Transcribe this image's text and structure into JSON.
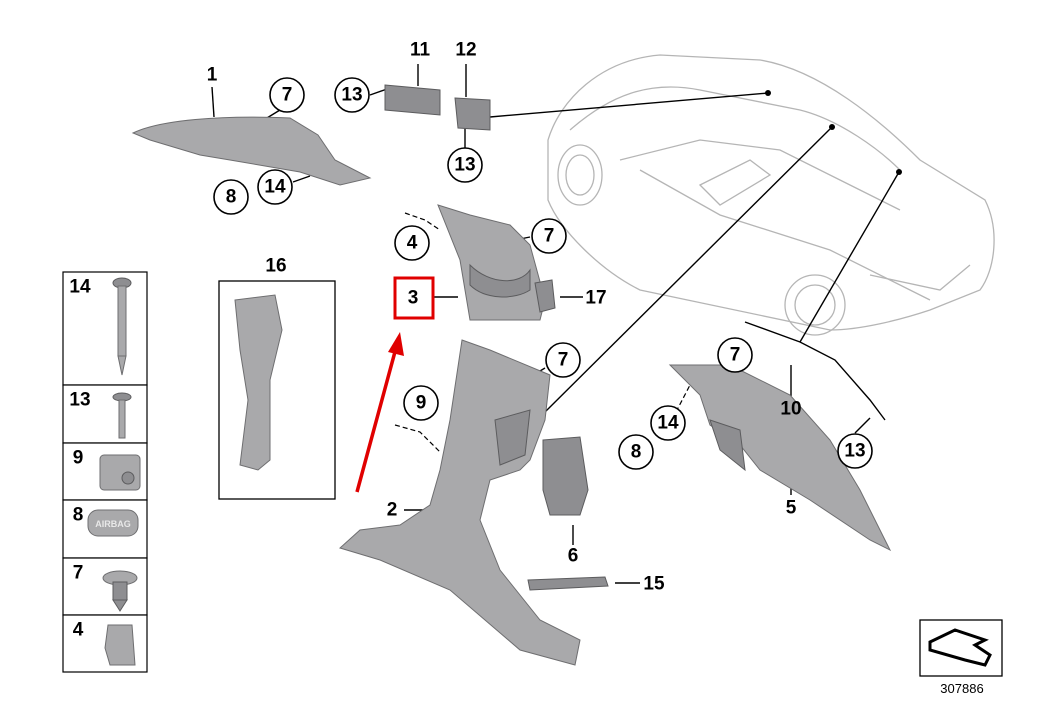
{
  "diagram_number": "307886",
  "highlight_color": "#e00000",
  "highlighted_label": "3",
  "callouts": {
    "p1": "1",
    "p7a": "7",
    "p8a": "8",
    "p14a": "14",
    "p11": "11",
    "p12": "12",
    "p13a": "13",
    "p13b": "13",
    "p16": "16",
    "p4": "4",
    "p7b": "7",
    "p3": "3",
    "p17": "17",
    "p9": "9",
    "p7c": "7",
    "p2": "2",
    "p6": "6",
    "p15": "15",
    "p7d": "7",
    "p14b": "14",
    "p8b": "8",
    "p10": "10",
    "p13c": "13",
    "p5": "5"
  },
  "legend_rows": [
    "14",
    "13",
    "9",
    "8",
    "7",
    "4"
  ],
  "badge_text": "AIRBAG"
}
